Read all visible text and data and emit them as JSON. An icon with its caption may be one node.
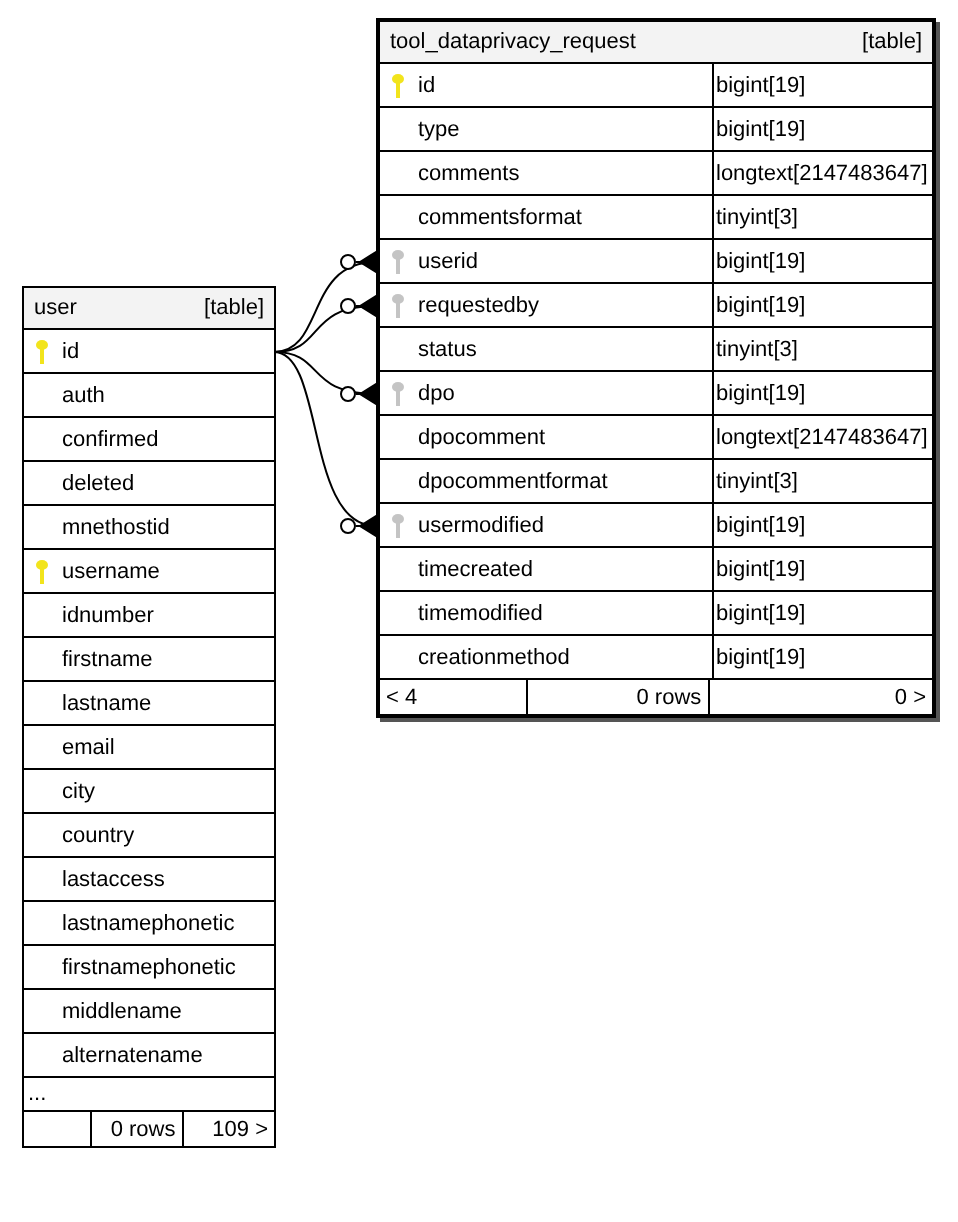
{
  "diagram": {
    "nodes": [
      {
        "text": [
          "user",
          "[table]"
        ]
      },
      {
        "text": [
          "id"
        ],
        "in": 0
      },
      {
        "text": [
          "auth"
        ],
        "in": 0
      },
      {
        "text": [
          "confirmed"
        ],
        "in": 0
      },
      {
        "text": [
          "deleted"
        ],
        "in": 0
      },
      {
        "text": [
          "mnethostid"
        ],
        "in": 0
      },
      {
        "text": [
          "username"
        ],
        "in": 0
      },
      {
        "text": [
          "idnumber"
        ],
        "in": 0
      },
      {
        "text": [
          "firstname"
        ],
        "in": 0
      },
      {
        "text": [
          "lastname"
        ],
        "in": 0
      },
      {
        "text": [
          "email"
        ],
        "in": 0
      },
      {
        "text": [
          "city"
        ],
        "in": 0
      },
      {
        "text": [
          "country"
        ],
        "in": 0
      },
      {
        "text": [
          "lastaccess"
        ],
        "in": 0
      },
      {
        "text": [
          "lastnamephonetic"
        ],
        "in": 0
      },
      {
        "text": [
          "firstnamephonetic"
        ],
        "in": 0
      },
      {
        "text": [
          "middlename"
        ],
        "in": 0
      },
      {
        "text": [
          "alternatename"
        ],
        "in": 0
      },
      {
        "text": [
          "..."
        ],
        "in": 0
      },
      {
        "text": [
          "0 rows",
          "109 >"
        ],
        "in": 0
      },
      {
        "text": [
          "tool_dataprivacy_request",
          "[table]"
        ]
      },
      {
        "text": [
          "id",
          "bigint[19]"
        ],
        "in": 20
      },
      {
        "text": [
          "type",
          "bigint[19]"
        ],
        "in": 20
      },
      {
        "text": [
          "comments",
          "longtext[2147483647]"
        ],
        "in": 20
      },
      {
        "text": [
          "commentsformat",
          "tinyint[3]"
        ],
        "in": 20
      },
      {
        "text": [
          "userid",
          "bigint[19]"
        ],
        "in": 20
      },
      {
        "text": [
          "requestedby",
          "bigint[19]"
        ],
        "in": 20
      },
      {
        "text": [
          "status",
          "tinyint[3]"
        ],
        "in": 20
      },
      {
        "text": [
          "dpo",
          "bigint[19]"
        ],
        "in": 20
      },
      {
        "text": [
          "dpocomment",
          "longtext[2147483647]"
        ],
        "in": 20
      },
      {
        "text": [
          "dpocommentformat",
          "tinyint[3]"
        ],
        "in": 20
      },
      {
        "text": [
          "usermodified",
          "bigint[19]"
        ],
        "in": 20
      },
      {
        "text": [
          "timecreated",
          "bigint[19]"
        ],
        "in": 20
      },
      {
        "text": [
          "timemodified",
          "bigint[19]"
        ],
        "in": 20
      },
      {
        "text": [
          "creationmethod",
          "bigint[19]"
        ],
        "in": 20
      },
      {
        "text": [
          "< 4",
          "0 rows",
          "0 >"
        ],
        "in": 20
      }
    ],
    "edges": [
      {
        "from": 1,
        "to": 25,
        "arrow": "other"
      },
      {
        "from": 1,
        "to": 26,
        "arrow": "other"
      },
      {
        "from": 1,
        "to": 28,
        "arrow": "other"
      },
      {
        "from": 1,
        "to": 31,
        "arrow": "other"
      }
    ]
  }
}
